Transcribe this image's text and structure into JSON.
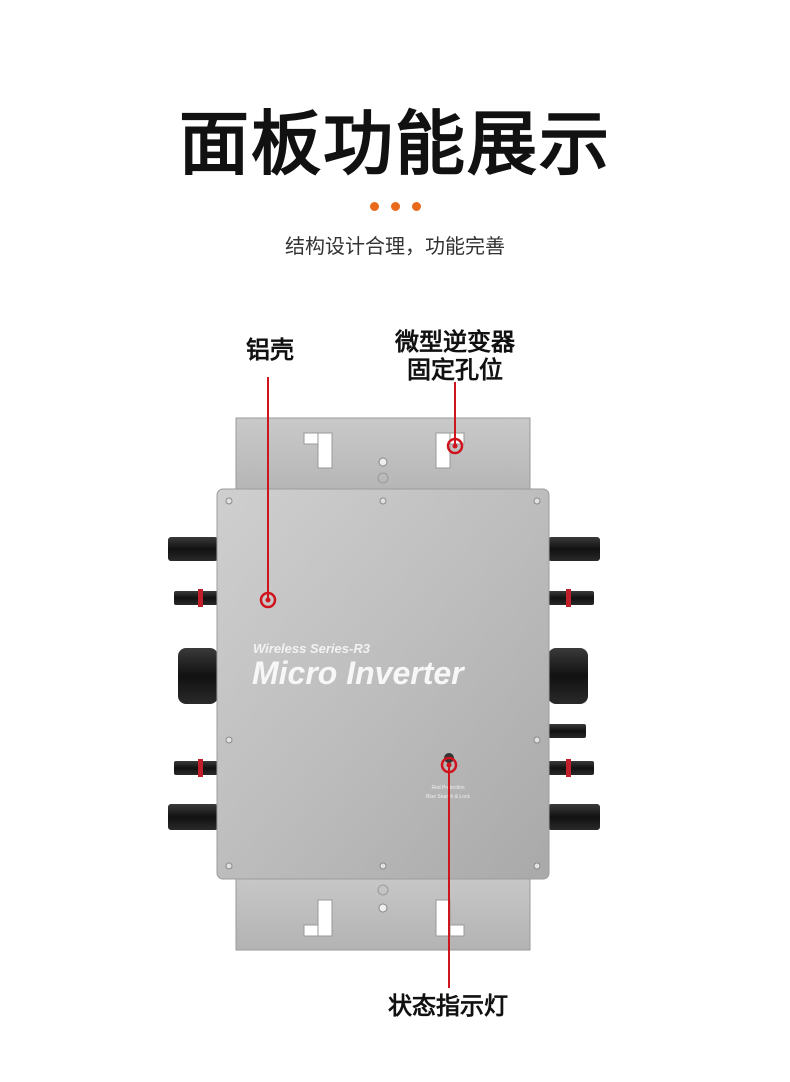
{
  "header": {
    "title": "面板功能展示",
    "subtitle": "结构设计合理，功能完善"
  },
  "callouts": {
    "shell": "铝壳",
    "mount_line1": "微型逆变器",
    "mount_line2": "固定孔位",
    "indicator": "状态指示灯"
  },
  "device": {
    "series_label": "Wireless Series-R3",
    "product_name": "Micro Inverter",
    "led_line1": "Red Protection",
    "led_line2": "Blue Search & Lock"
  },
  "colors": {
    "accent_orange": "#ea6a1c",
    "marker_red": "#d0141e",
    "body_gray": "#b9b9b9"
  }
}
